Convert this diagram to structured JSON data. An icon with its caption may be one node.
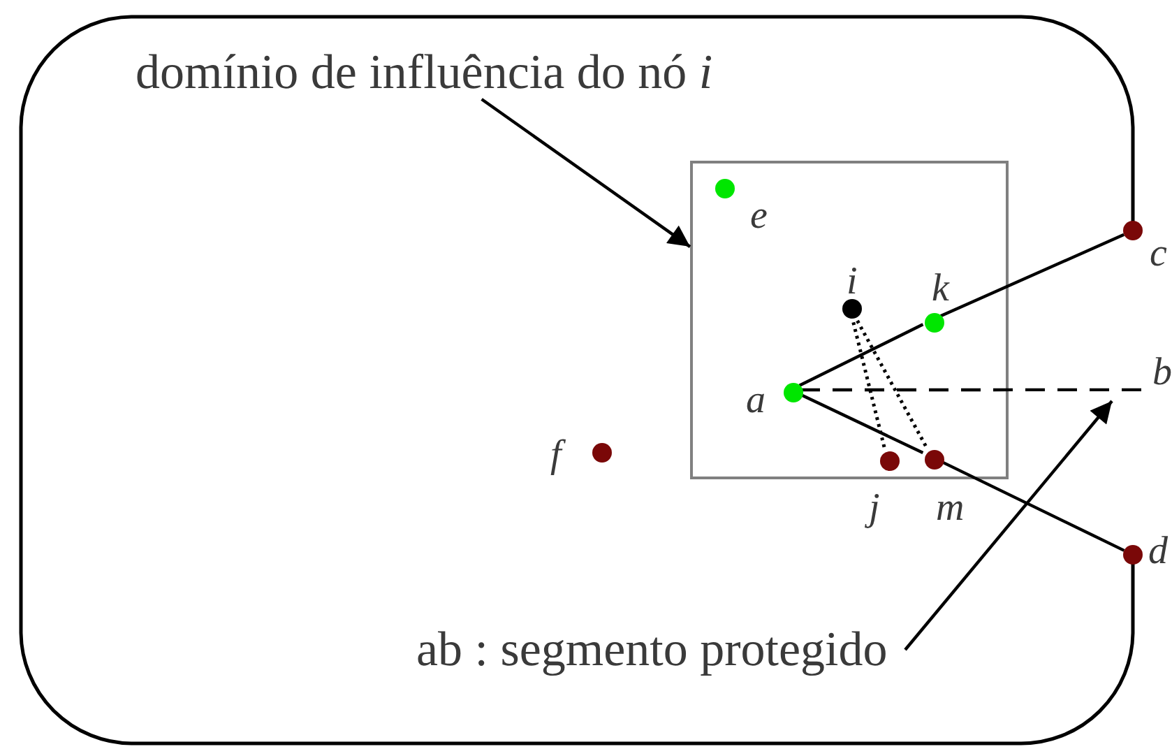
{
  "diagram": {
    "nodes": [
      {
        "text": [],
        "shape": "box"
      },
      {
        "text": [
          "domínio de influência do nó *i*"
        ],
        "in": 0
      },
      {
        "text": [],
        "shape": "box",
        "in": 0
      },
      {
        "text": [],
        "shape": "circle",
        "beside": [
          "e"
        ],
        "in": 2
      },
      {
        "text": [],
        "shape": "circle",
        "beside": [
          "i"
        ],
        "in": 2
      },
      {
        "text": [],
        "shape": "circle",
        "beside": [
          "k"
        ],
        "in": 2
      },
      {
        "text": [],
        "shape": "circle",
        "beside": [
          "a"
        ],
        "in": 2
      },
      {
        "text": [],
        "shape": "circle",
        "beside": [
          "j"
        ],
        "in": 2
      },
      {
        "text": [],
        "shape": "circle",
        "beside": [
          "m"
        ],
        "in": 2
      },
      {
        "text": [],
        "shape": "circle",
        "beside": [
          "c"
        ]
      },
      {
        "text": [
          "b"
        ]
      },
      {
        "text": [],
        "shape": "circle",
        "beside": [
          "f"
        ],
        "in": 0
      },
      {
        "text": [],
        "shape": "circle",
        "beside": [
          "d"
        ]
      },
      {
        "text": [
          "ab : segmento protegido"
        ],
        "in": 0
      }
    ],
    "edges": [
      {
        "from": 1,
        "to": 2,
        "arrow": "to"
      },
      {
        "from": 6,
        "to": 5,
        "arrow": "none"
      },
      {
        "from": 5,
        "to": 9,
        "arrow": "none"
      },
      {
        "from": 6,
        "to": 10,
        "arrow": "none",
        "style": "dashed"
      },
      {
        "from": 6,
        "to": 8,
        "arrow": "none"
      },
      {
        "from": 8,
        "to": 12,
        "arrow": "none"
      },
      {
        "from": 4,
        "to": 7,
        "arrow": "none",
        "style": "dashed"
      },
      {
        "from": 4,
        "to": 8,
        "arrow": "none",
        "style": "dashed"
      },
      {
        "from": 13,
        "to": null,
        "arrow": "to"
      }
    ]
  }
}
